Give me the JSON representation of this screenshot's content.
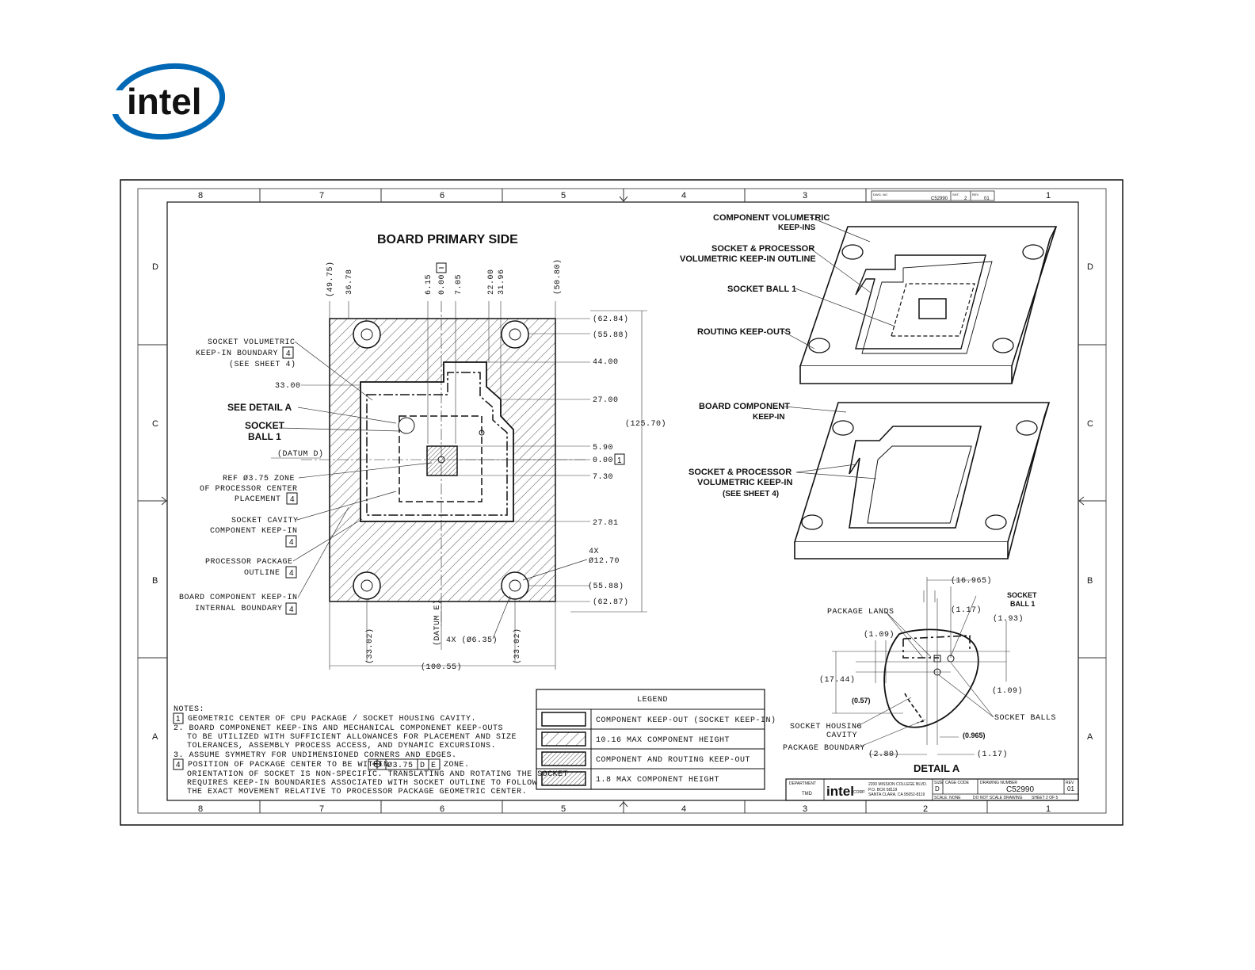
{
  "logo": {
    "text": "intel",
    "color": "#0068b5"
  },
  "drawing": {
    "zones_columns": [
      "8",
      "7",
      "6",
      "5",
      "4",
      "3",
      "2",
      "1"
    ],
    "zones_rows": [
      "D",
      "C",
      "B",
      "A"
    ],
    "title_main": "BOARD PRIMARY SIDE",
    "top_dims": [
      "(49.75)",
      "36.78",
      "6.15",
      "0.00",
      "7.05",
      "22.00",
      "31.96",
      "(50.80)"
    ],
    "right_dims": [
      "(62.84)",
      "(55.88)",
      "44.00",
      "27.00",
      "5.90",
      "0.00",
      "7.30",
      "27.81",
      "(55.88)",
      "(62.87)",
      "(125.70)"
    ],
    "left_dims": {
      "d3300": "33.00",
      "datum_d": "(DATUM D)"
    },
    "bottom_dims": [
      "(33.02)",
      "(DATUM E)",
      "4X (Ø6.35)",
      "(33.02)",
      "(100.55)"
    ],
    "hole_callout": {
      "qty": "4X",
      "dia": "Ø12.70"
    },
    "callouts": {
      "svk1": "SOCKET VOLUMETRIC",
      "svk2": "KEEP-IN BOUNDARY",
      "svk3": "(SEE SHEET 4)",
      "see_detail": "SEE DETAIL   A",
      "socket": "SOCKET",
      "ball": "BALL 1",
      "ref1": "REF Ø3.75 ZONE",
      "ref2": "OF PROCESSOR CENTER",
      "ref3": "PLACEMENT",
      "sc1": "SOCKET CAVITY",
      "sc2": "COMPONENT KEEP-IN",
      "pp1": "PROCESSOR PACKAGE",
      "pp2": "OUTLINE",
      "bc1": "BOARD COMPONENT KEEP-IN",
      "bc2": "INTERNAL BOUNDARY",
      "flag4": "4",
      "flag1": "1"
    },
    "iso_top": {
      "l1a": "COMPONENT VOLUMETRIC",
      "l1b": "KEEP-INS",
      "l2a": "SOCKET & PROCESSOR",
      "l2b": "VOLUMETRIC KEEP-IN OUTLINE",
      "l3": "SOCKET BALL 1",
      "l4": "ROUTING KEEP-OUTS"
    },
    "iso_bottom": {
      "l1a": "BOARD COMPONENT",
      "l1b": "KEEP-IN",
      "l2a": "SOCKET & PROCESSOR",
      "l2b": "VOLUMETRIC KEEP-IN",
      "l2c": "(SEE SHEET 4)"
    },
    "detail": {
      "title": "DETAIL   A",
      "package_lands": "PACKAGE LANDS",
      "socket_ball": "SOCKET",
      "socket_ball2": "BALL 1",
      "socket_balls": "SOCKET BALLS",
      "housing1": "SOCKET HOUSING",
      "housing2": "CAVITY",
      "pkg_boundary": "PACKAGE BOUNDARY",
      "dims": [
        "(16.965)",
        "(1.17)",
        "(1.93)",
        "(1.09)",
        "(17.44)",
        "(0.57)",
        "(1.09)",
        "(0.965)",
        "(2.80)",
        "(1.17)"
      ]
    },
    "notes": {
      "heading": "NOTES:",
      "n1": "GEOMETRIC CENTER OF CPU PACKAGE / SOCKET HOUSING CAVITY.",
      "n2a": "2. BOARD COMPONENET KEEP-INS AND MECHANICAL COMPONENET KEEP-OUTS",
      "n2b": "TO BE UTILIZED WITH SUFFICIENT ALLOWANCES FOR PLACEMENT AND SIZE",
      "n2c": "TOLERANCES, ASSEMBLY PROCESS ACCESS, AND DYNAMIC EXCURSIONS.",
      "n3": "3. ASSUME SYMMETRY FOR UNDIMENSIONED CORNERS AND EDGES.",
      "n4a": "POSITION OF PACKAGE CENTER TO BE WITHIN",
      "n4b": "Ø3.75",
      "n4c": "D",
      "n4d": "E",
      "n4e": "ZONE.",
      "n4f": "ORIENTATION OF SOCKET IS NON-SPECIFIC. TRANSLATING AND ROTATING THE SOCKET",
      "n4g": "REQUIRES KEEP-IN BOUNDARIES ASSOCIATED WITH SOCKET OUTLINE TO FOLLOW",
      "n4h": "THE EXACT MOVEMENT RELATIVE TO PROCESSOR PACKAGE GEOMETRIC CENTER."
    },
    "legend": {
      "title": "LEGEND",
      "rows": [
        "COMPONENT KEEP-OUT (SOCKET KEEP-IN)",
        "10.16 MAX COMPONENT HEIGHT",
        "COMPONENT AND ROUTING KEEP-OUT",
        "1.8 MAX COMPONENT HEIGHT"
      ]
    },
    "title_block": {
      "department": "DEPARTMENT",
      "tmd": "TMD",
      "corp": "CORP.",
      "addr1": "2200 MISSION COLLEGE BLVD.",
      "addr2": "P.O. BOX 58119",
      "addr3": "SANTA CLARA, CA 95052-8119",
      "size_label": "SIZE",
      "size": "D",
      "cage_label": "CAGE CODE",
      "dwg_label": "DRAWING NUMBER",
      "dwg": "C52990",
      "rev_label": "REV",
      "rev": "01",
      "scale": "SCALE: NONE",
      "noscale": "DO NOT SCALE DRAWING",
      "sheet": "SHEET 2 OF 5",
      "top_dwg": "C52990",
      "top_sheet": "2",
      "top_rev": "01",
      "top_dwg_label": "DWG. NO",
      "top_sh_label": "SHT.",
      "top_rev_label": "REV"
    }
  }
}
